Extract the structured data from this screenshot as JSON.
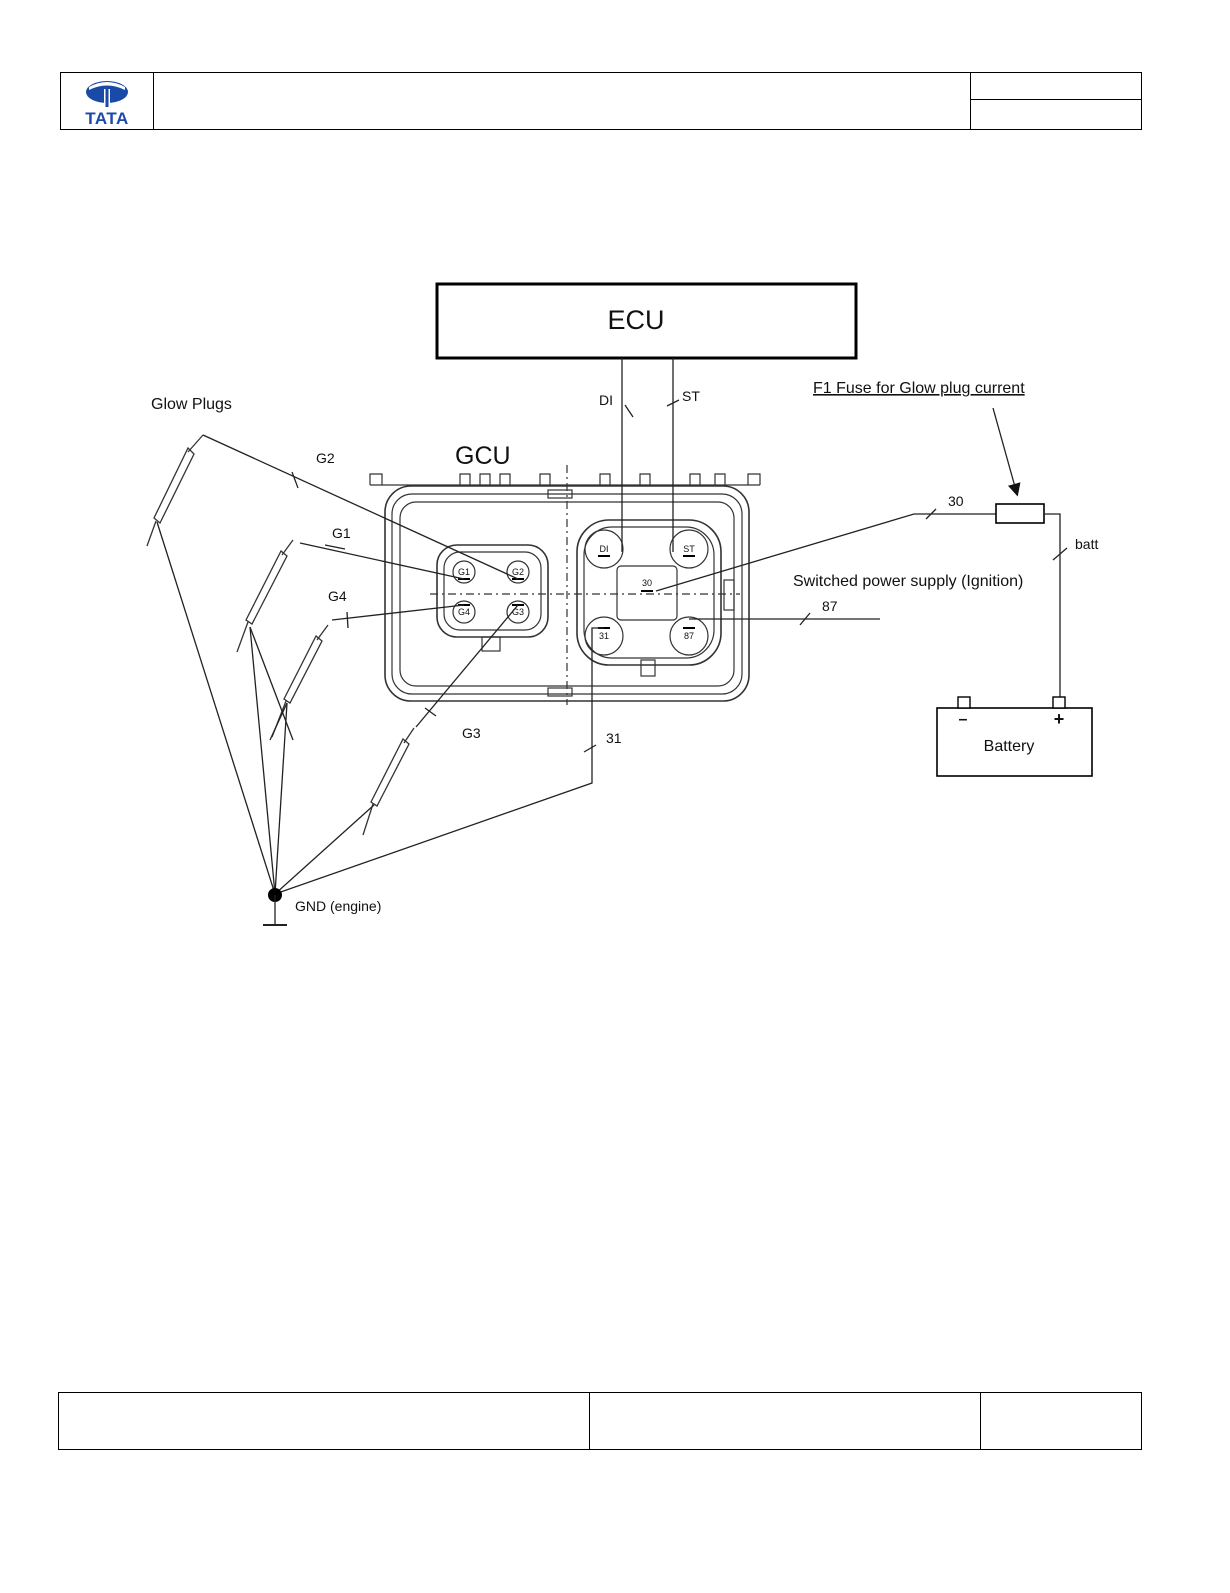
{
  "header": {
    "logo_text": "TATA"
  },
  "brand": {
    "logo_color": "#1a4aa8"
  },
  "diagram": {
    "ecu_label": "ECU",
    "gcu_label": "GCU",
    "glow_plugs_label": "Glow Plugs",
    "fuse_label": "F1 Fuse  for Glow plug current",
    "switched_supply_label": "Switched power supply (Ignition)",
    "battery_label": "Battery",
    "battery_minus": "–",
    "battery_plus": "+",
    "gnd_label": "GND (engine)",
    "wire_labels": {
      "di": "DI",
      "st": "ST",
      "g1": "G1",
      "g2": "G2",
      "g3": "G3",
      "g4": "G4",
      "w30": "30",
      "w31": "31",
      "w87": "87",
      "batt": "batt"
    },
    "pin_labels": {
      "g1": "G1",
      "g2": "G2",
      "g3": "G3",
      "g4": "G4",
      "di": "DI",
      "st": "ST",
      "p30": "30",
      "p31": "31",
      "p87": "87"
    }
  }
}
